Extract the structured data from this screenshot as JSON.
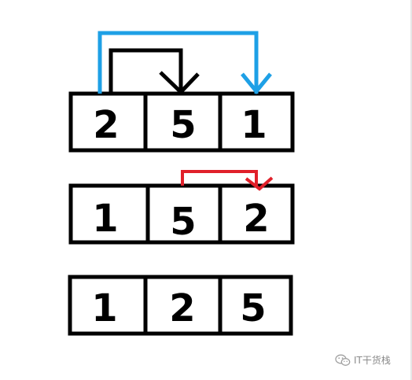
{
  "rows": [
    {
      "cells": [
        "2",
        "5",
        "1"
      ]
    },
    {
      "cells": [
        "1",
        "5",
        "2"
      ]
    },
    {
      "cells": [
        "1",
        "2",
        "5"
      ]
    }
  ],
  "arrows": [
    {
      "row": 0,
      "from_cell": 0,
      "to_cell": 1,
      "color": "#000000"
    },
    {
      "row": 0,
      "from_cell": 0,
      "to_cell": 2,
      "color": "#1ea0e6"
    },
    {
      "row": 1,
      "from_cell": 1,
      "to_cell": 2,
      "color": "#e0202a"
    }
  ],
  "colors": {
    "border": "#000000",
    "digit": "#000000"
  },
  "watermark": {
    "text": "IT干货栈",
    "icon": "wechat-icon"
  }
}
